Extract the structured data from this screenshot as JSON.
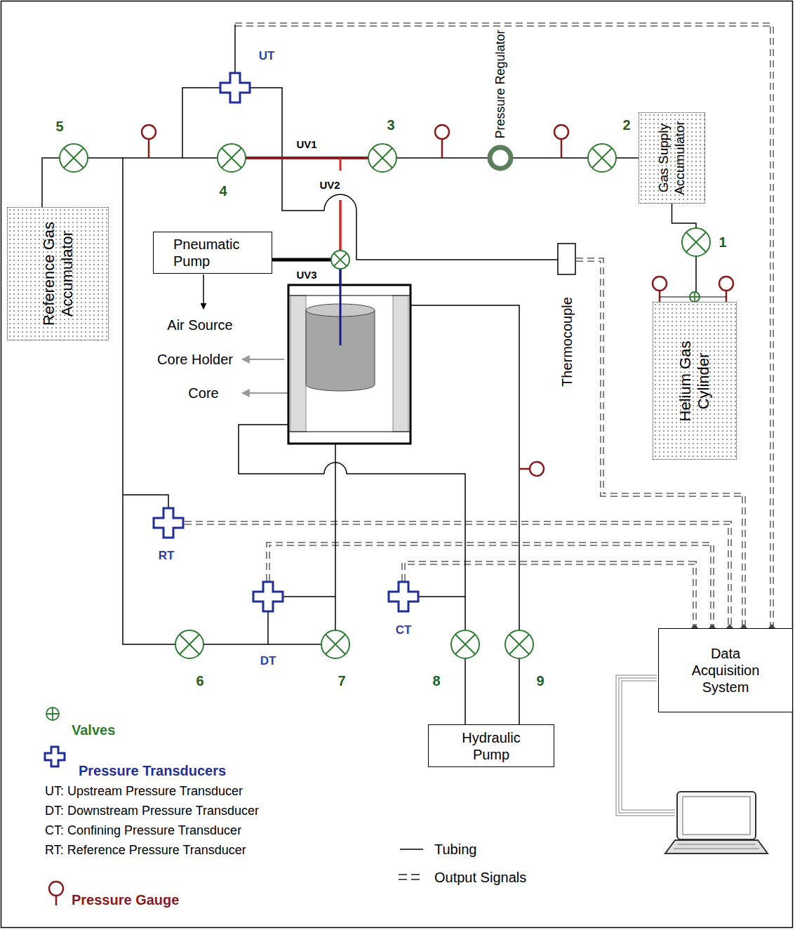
{
  "diagram": {
    "nodes": [
      {
        "text": [
          "Gas Supply Accumulator"
        ]
      },
      {
        "text": [
          "Reference Gas Accumulator"
        ]
      },
      {
        "text": [
          "Pneumatic Pump"
        ]
      },
      {
        "text": [
          "Helium Gas Cylinder"
        ]
      },
      {
        "text": [
          "Data Acquisition System"
        ]
      },
      {
        "text": [
          "Hydraulic Pump"
        ]
      }
    ],
    "edges": [
      {
        "from": 0,
        "to": 3,
        "arrow": "none"
      }
    ],
    "labels": [
      "UT",
      "5",
      "3",
      "2",
      "UV1",
      "UV2",
      "4",
      "Pressure Regulator",
      "1",
      "UV3",
      "Air Source",
      "Core Holder",
      "Core",
      "Thermocouple",
      "RT",
      "DT",
      "CT",
      "6",
      "7",
      "8",
      "9",
      "UT: Upstream Pressure Transducer",
      "DT: Downstream Pressure Transducer",
      "CT: Confining Pressure Transducer",
      "RT: Reference Pressure Transducer"
    ],
    "legend": [
      {
        "text": "Valves"
      },
      {
        "text": "Pressure Transducers"
      },
      {
        "text": "Tubing"
      },
      {
        "text": "Output Signals"
      },
      {
        "text": "Pressure Gauge"
      }
    ]
  }
}
